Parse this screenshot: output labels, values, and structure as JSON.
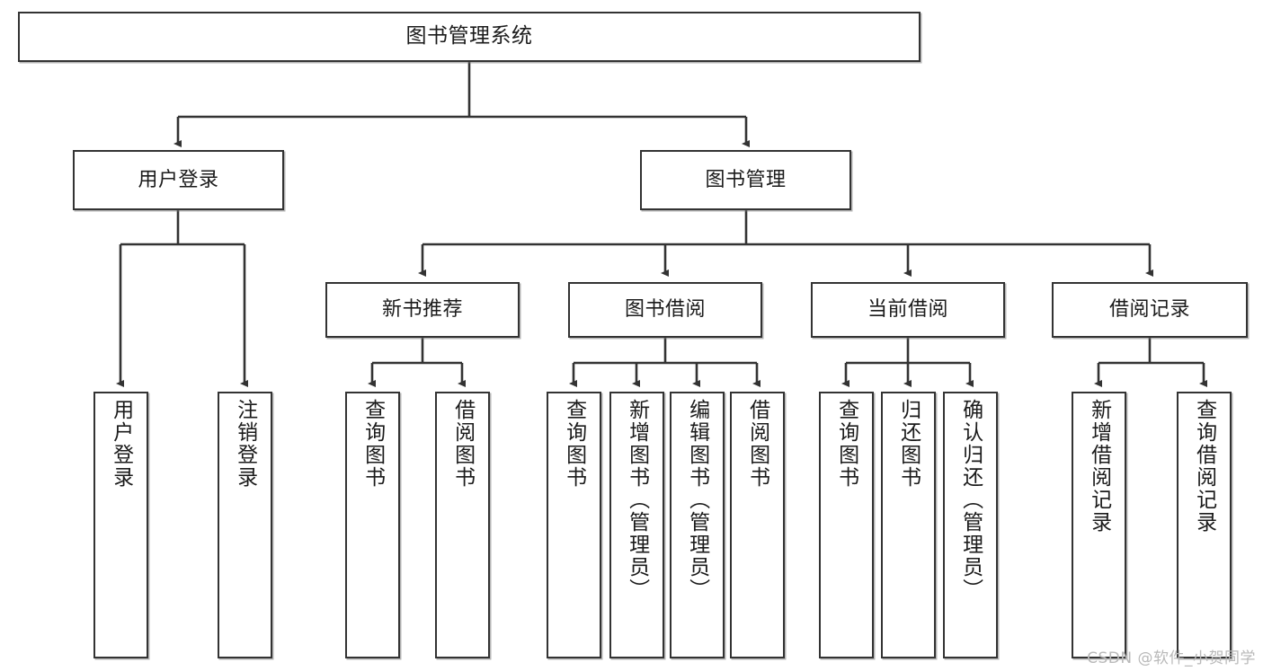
{
  "diagram": {
    "type": "tree-hierarchy",
    "title": "图书管理系统",
    "watermark": "CSDN @软件_小贺同学",
    "colors": {
      "border": "#333333",
      "background": "#ffffff",
      "text": "#1b1b1b",
      "watermark": "#b9b9b9"
    },
    "nodes": {
      "root": {
        "label": "图书管理系统"
      },
      "level2": [
        {
          "label": "用户登录"
        },
        {
          "label": "图书管理"
        }
      ],
      "level3": [
        {
          "label": "新书推荐"
        },
        {
          "label": "图书借阅"
        },
        {
          "label": "当前借阅"
        },
        {
          "label": "借阅记录"
        }
      ],
      "leaves_user_login": [
        {
          "label": "用户登录"
        },
        {
          "label": "注销登录"
        }
      ],
      "leaves_new_books": [
        {
          "label": "查询图书"
        },
        {
          "label": "借阅图书"
        }
      ],
      "leaves_borrow": [
        {
          "label": "查询图书"
        },
        {
          "label": "新增图书（管理员）"
        },
        {
          "label": "编辑图书（管理员）"
        },
        {
          "label": "借阅图书"
        }
      ],
      "leaves_current": [
        {
          "label": "查询图书"
        },
        {
          "label": "归还图书"
        },
        {
          "label": "确认归还（管理员）"
        }
      ],
      "leaves_records": [
        {
          "label": "新增借阅记录"
        },
        {
          "label": "查询借阅记录"
        }
      ]
    }
  }
}
